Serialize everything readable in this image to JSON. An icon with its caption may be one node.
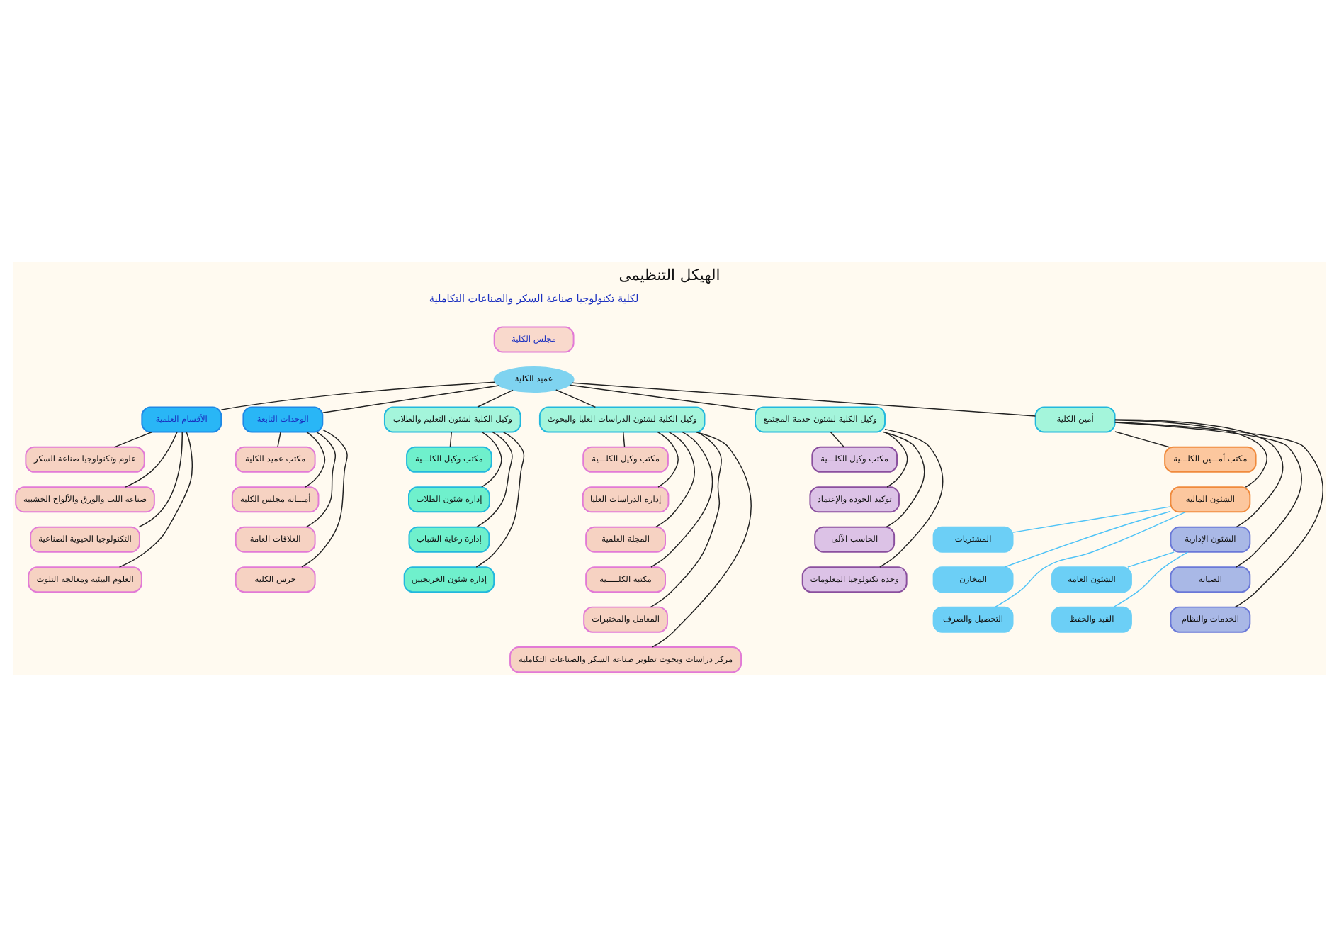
{
  "diagram": {
    "title": "الهيكل التنظيمى",
    "nodes": [
      {
        "text": [
          "مجلس الكلية"
        ]
      },
      {
        "text": [
          "عميد الكلية"
        ]
      },
      {
        "text": [
          "الأقسام العلمية"
        ]
      },
      {
        "text": [
          "الوحدات التابعة"
        ]
      },
      {
        "text": [
          "وكيل الكلية لشئون التعليم والطلاب"
        ]
      },
      {
        "text": [
          "وكيل الكلية لشئون الدراسات العليا والبحوث"
        ]
      },
      {
        "text": [
          "وكيل الكلية لشئون خدمة المجتمع"
        ]
      },
      {
        "text": [
          "أمين الكلية"
        ]
      },
      {
        "text": [
          "علوم وتكنولوجيا صناعة السكر"
        ]
      },
      {
        "text": [
          "صناعة اللب والورق والألواح الخشبية"
        ]
      },
      {
        "text": [
          "التكنولوجيا الحيوية الصناعية"
        ]
      },
      {
        "text": [
          "العلوم البيئية ومعالجة التلوث"
        ]
      },
      {
        "text": [
          "مكتب عميد الكلية"
        ]
      },
      {
        "text": [
          "أمـــانة مجلس الكلية"
        ]
      },
      {
        "text": [
          "العلاقات العامة"
        ]
      },
      {
        "text": [
          "حرس الكلية"
        ]
      },
      {
        "text": [
          "مكتب وكيل الكلـــية"
        ]
      },
      {
        "text": [
          "إدارة شئون الطلاب"
        ]
      },
      {
        "text": [
          "إدارة رعاية الشباب"
        ]
      },
      {
        "text": [
          "إدارة شئون الخريجيين"
        ]
      },
      {
        "text": [
          "مكتب وكيل الكلـــية"
        ]
      },
      {
        "text": [
          "إدارة الدراسات العليا"
        ]
      },
      {
        "text": [
          "المجلة العلمية"
        ]
      },
      {
        "text": [
          "مكتبة الكلـــــية"
        ]
      },
      {
        "text": [
          "المعامل والمختبرات"
        ]
      },
      {
        "text": [
          "مركز دراسات وبحوث تطوير صناعة السكر والصناعات التكاملية"
        ]
      },
      {
        "text": [
          "مكتب وكيل الكلـــية"
        ]
      },
      {
        "text": [
          "توكيد الجودة والإعتماد"
        ]
      },
      {
        "text": [
          "الحاسب الآلى"
        ]
      },
      {
        "text": [
          "وحدة تكنولوجيا المعلومات"
        ]
      },
      {
        "text": [
          "مكتب أمـــين الكلـــية"
        ]
      },
      {
        "text": [
          "الشئون المالية"
        ]
      },
      {
        "text": [
          "المشتريات"
        ]
      },
      {
        "text": [
          "المخازن"
        ]
      },
      {
        "text": [
          "التحصيل والصرف"
        ]
      },
      {
        "text": [
          "الشئون الإدارية"
        ]
      },
      {
        "text": [
          "الشئون العامة"
        ]
      },
      {
        "text": [
          "القيد والحفظ"
        ]
      },
      {
        "text": [
          "الصيانة"
        ]
      },
      {
        "text": [
          "الخدمات والنظام"
        ]
      }
    ],
    "edges": [
      {
        "from": 1,
        "to": 2,
        "arrow": "none"
      },
      {
        "from": 1,
        "to": 3,
        "arrow": "none"
      },
      {
        "from": 1,
        "to": 4,
        "arrow": "none"
      },
      {
        "from": 1,
        "to": 5,
        "arrow": "none"
      },
      {
        "from": 1,
        "to": 6,
        "arrow": "none"
      },
      {
        "from": 1,
        "to": 7,
        "arrow": "none"
      },
      {
        "from": 2,
        "to": 8,
        "arrow": "none"
      },
      {
        "from": 2,
        "to": 9,
        "arrow": "none"
      },
      {
        "from": 2,
        "to": 10,
        "arrow": "none"
      },
      {
        "from": 2,
        "to": 11,
        "arrow": "none"
      },
      {
        "from": 3,
        "to": 12,
        "arrow": "none"
      },
      {
        "from": 3,
        "to": 13,
        "arrow": "none"
      },
      {
        "from": 3,
        "to": 14,
        "arrow": "none"
      },
      {
        "from": 3,
        "to": 15,
        "arrow": "none"
      },
      {
        "from": 4,
        "to": 16,
        "arrow": "none"
      },
      {
        "from": 4,
        "to": 17,
        "arrow": "none"
      },
      {
        "from": 4,
        "to": 18,
        "arrow": "none"
      },
      {
        "from": 4,
        "to": 19,
        "arrow": "none"
      },
      {
        "from": 5,
        "to": 20,
        "arrow": "none"
      },
      {
        "from": 5,
        "to": 21,
        "arrow": "none"
      },
      {
        "from": 5,
        "to": 22,
        "arrow": "none"
      },
      {
        "from": 5,
        "to": 23,
        "arrow": "none"
      },
      {
        "from": 5,
        "to": 24,
        "arrow": "none"
      },
      {
        "from": 5,
        "to": 25,
        "arrow": "none"
      },
      {
        "from": 6,
        "to": 26,
        "arrow": "none"
      },
      {
        "from": 6,
        "to": 27,
        "arrow": "none"
      },
      {
        "from": 6,
        "to": 28,
        "arrow": "none"
      },
      {
        "from": 6,
        "to": 29,
        "arrow": "none"
      },
      {
        "from": 7,
        "to": 30,
        "arrow": "none"
      },
      {
        "from": 7,
        "to": 31,
        "arrow": "none"
      },
      {
        "from": 31,
        "to": 32,
        "arrow": "none",
        "color": "#4fc3f7"
      },
      {
        "from": 31,
        "to": 33,
        "arrow": "none",
        "color": "#4fc3f7"
      },
      {
        "from": 31,
        "to": 34,
        "arrow": "none",
        "color": "#4fc3f7"
      },
      {
        "from": 7,
        "to": 35,
        "arrow": "none"
      },
      {
        "from": 35,
        "to": 36,
        "arrow": "none",
        "color": "#4fc3f7"
      },
      {
        "from": 35,
        "to": 37,
        "arrow": "none",
        "color": "#4fc3f7"
      },
      {
        "from": 7,
        "to": 38,
        "arrow": "none"
      },
      {
        "from": 7,
        "to": 39,
        "arrow": "none"
      }
    ],
    "labels": [
      "لكلية تكنولوجيا صناعة السكر والصناعات التكاملية"
    ]
  }
}
